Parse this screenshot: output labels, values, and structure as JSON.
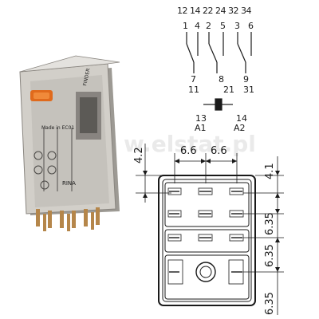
{
  "schematic": {
    "top_numbers": "12 14 22 24 32 34",
    "pins_top": [
      "1",
      "4",
      "2",
      "5",
      "3",
      "6"
    ],
    "pins_bottom": [
      {
        "upper": "7",
        "lower": "11"
      },
      {
        "upper": "8",
        "lower": "21"
      },
      {
        "upper": "9",
        "lower": "31"
      }
    ],
    "coil": {
      "left_num": "13",
      "left_label": "A1",
      "right_num": "14",
      "right_label": "A2"
    }
  },
  "watermark": "w.elstat.pl",
  "relay_photo": {
    "label_top": "FINDER",
    "label_side": "Made in EC01",
    "label_cert": "RINA"
  },
  "dimensions": {
    "width_left": "6.6",
    "width_right": "6.6",
    "top_offset": "4.2",
    "right_top": "4.1",
    "right_mid": "6.35",
    "right_low": "6.35",
    "bottom": "6.35"
  },
  "colors": {
    "ink": "#1a1a1a",
    "relay_body": "#c9c6c0",
    "relay_shadow": "#8a8680",
    "relay_orange": "#e06a1c",
    "watermark": "#e8e8e8"
  }
}
